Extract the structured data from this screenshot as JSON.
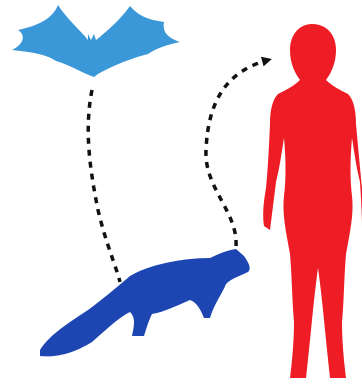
{
  "figures": [
    {
      "id": "bat",
      "icon": "bat-silhouette-icon",
      "color": "#3a97d8"
    },
    {
      "id": "civet",
      "icon": "civet-silhouette-icon",
      "color": "#1d46b3"
    },
    {
      "id": "human",
      "icon": "human-female-silhouette-icon",
      "color": "#ee1c24"
    }
  ],
  "connectors": [
    {
      "from": "bat",
      "to": "civet",
      "style": "dotted",
      "color": "#111111"
    },
    {
      "from": "civet",
      "to": "human",
      "style": "dotted",
      "color": "#111111",
      "arrowhead": "end"
    }
  ]
}
